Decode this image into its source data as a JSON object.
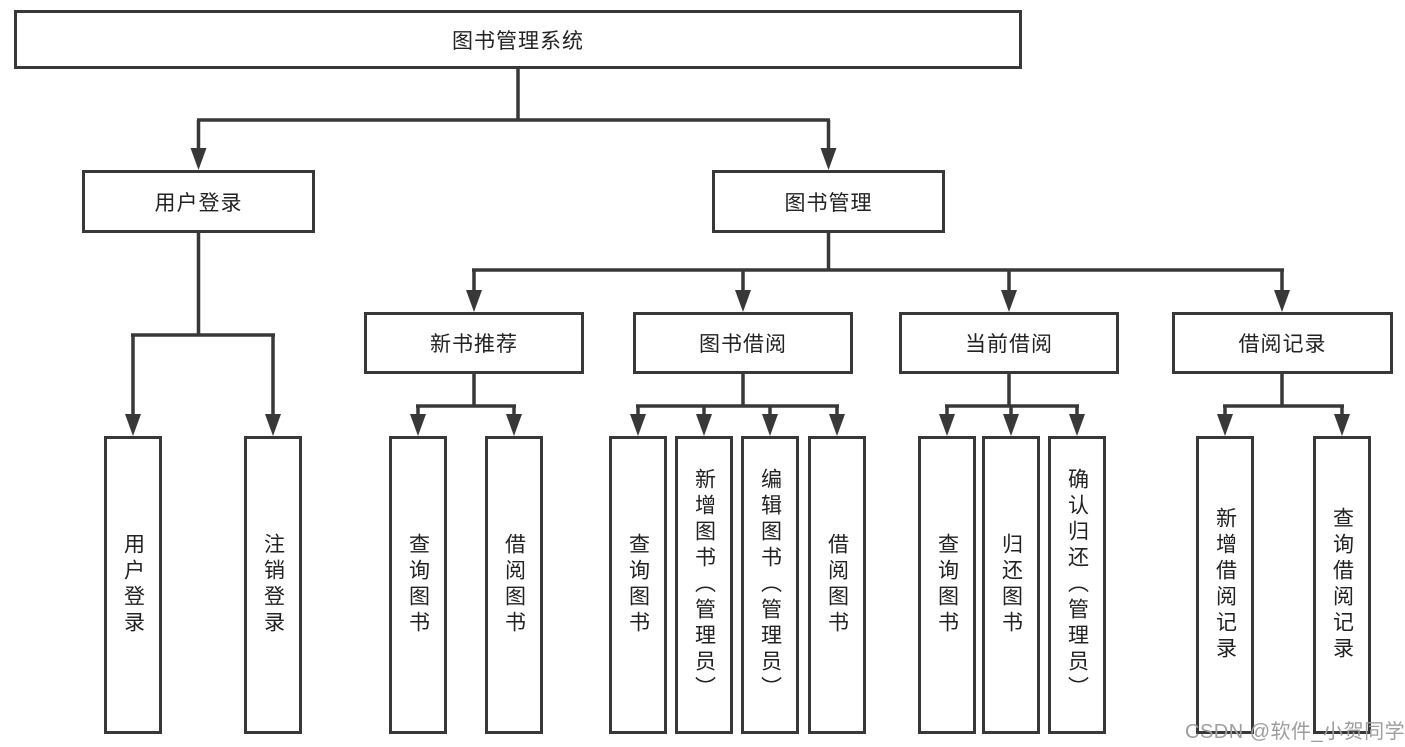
{
  "diagram": {
    "title_node": {
      "label": "图书管理系统"
    },
    "level2": {
      "user_login": {
        "label": "用户登录"
      },
      "book_mgmt": {
        "label": "图书管理"
      }
    },
    "level3": {
      "new_book": {
        "label": "新书推荐"
      },
      "book_borrow": {
        "label": "图书借阅"
      },
      "current_borrow": {
        "label": "当前借阅"
      },
      "borrow_record": {
        "label": "借阅记录"
      }
    },
    "level4": {
      "login": {
        "label": "用户登录"
      },
      "logout": {
        "label": "注销登录"
      },
      "nb_query": {
        "label": "查询图书"
      },
      "nb_borrow": {
        "label": "借阅图书"
      },
      "bb_query": {
        "label": "查询图书"
      },
      "bb_add": {
        "label": "新增图书（管理员）"
      },
      "bb_edit": {
        "label": "编辑图书（管理员）"
      },
      "bb_borrow": {
        "label": "借阅图书"
      },
      "cb_query": {
        "label": "查询图书"
      },
      "cb_return": {
        "label": "归还图书"
      },
      "cb_confirm": {
        "label": "确认归还（管理员）"
      },
      "br_add": {
        "label": "新增借阅记录"
      },
      "br_query": {
        "label": "查询借阅记录"
      }
    },
    "colors": {
      "line": "#383838",
      "text": "#222222",
      "background": "#ffffff"
    }
  },
  "watermark": {
    "text": "CSDN @软件_小贺同学",
    "color": "#9e9e9e"
  }
}
